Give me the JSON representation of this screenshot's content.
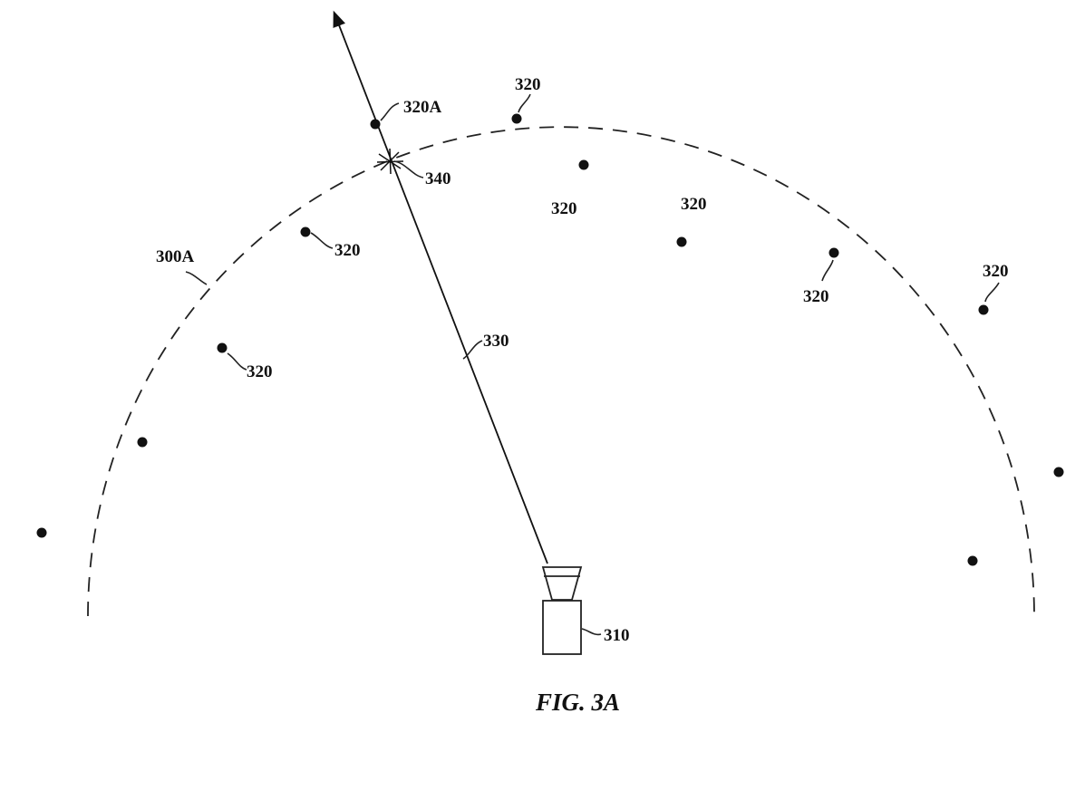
{
  "figure_caption": "FIG. 3A",
  "labels": {
    "boundary": "300A",
    "device": "310",
    "point_generic": "320",
    "point_selected": "320A",
    "ray": "330",
    "intersection": "340"
  },
  "colors": {
    "ink": "#111111",
    "background": "#ffffff"
  }
}
